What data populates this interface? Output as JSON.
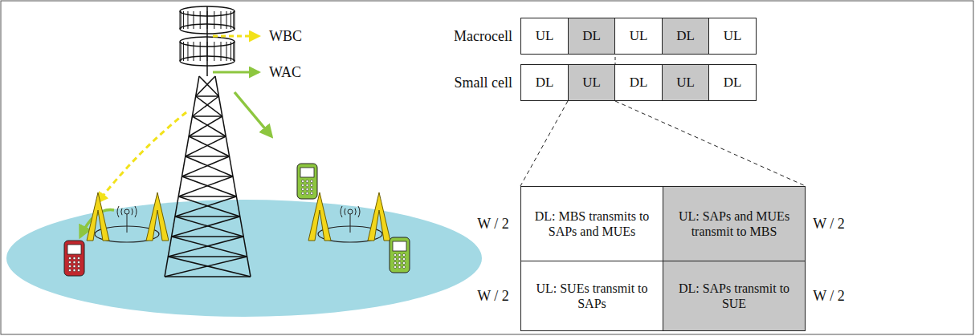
{
  "diagram": {
    "nodes": [
      {
        "text": [
          "UL"
        ]
      },
      {
        "text": [
          "DL"
        ]
      },
      {
        "text": [
          "UL"
        ]
      },
      {
        "text": [
          "DL"
        ]
      },
      {
        "text": [
          "UL"
        ]
      },
      {
        "text": [
          "DL"
        ]
      },
      {
        "text": [
          "UL"
        ]
      },
      {
        "text": [
          "DL"
        ]
      },
      {
        "text": [
          "UL"
        ]
      },
      {
        "text": [
          "DL"
        ]
      },
      {
        "text": [
          "DL: MBS transmits to SAPs and MUEs"
        ]
      },
      {
        "text": [
          "UL: SAPs and MUEs transmit to MBS"
        ]
      },
      {
        "text": [
          "UL: SUEs transmit to SAPs"
        ]
      },
      {
        "text": [
          "DL: SAPs transmit to SUE"
        ]
      }
    ],
    "labels": [
      "Macrocell",
      "Small cell",
      "W / 2",
      "W / 2",
      "W / 2",
      "W / 2"
    ],
    "legend": [
      {
        "text": "WBC"
      },
      {
        "text": "WAC"
      }
    ]
  }
}
